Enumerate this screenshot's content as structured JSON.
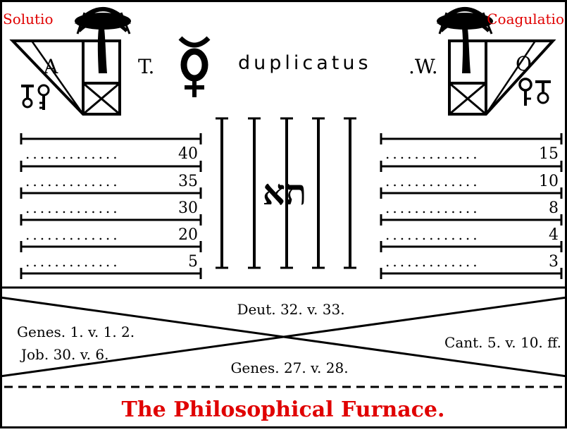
{
  "colors": {
    "ink": "#000000",
    "accent_red": "#e00000",
    "background": "#ffffff"
  },
  "header": {
    "label_left": "Solutio",
    "label_right": "Coagulatio",
    "letter_a": "A",
    "letter_t": "T.",
    "word_center": "duplicatus",
    "letter_w": ".W.",
    "letter_o": "O",
    "icons": [
      "palm-tree-icon",
      "mercury-symbol-icon",
      "keys-icon"
    ]
  },
  "scales": {
    "left_values": [
      "40",
      "35",
      "30",
      "20",
      "5"
    ],
    "right_values": [
      "15",
      "10",
      "8",
      "4",
      "3"
    ]
  },
  "center": {
    "hebrew_letters": "תא"
  },
  "references": {
    "top": "Deut. 32. v. 33.",
    "left_line1": "Genes. 1. v. 1. 2.",
    "left_line2": "Job. 30. v. 6.",
    "right": "Cant. 5. v. 10. ff.",
    "bottom": "Genes. 27. v. 28."
  },
  "title": "The Philosophical Furnace."
}
